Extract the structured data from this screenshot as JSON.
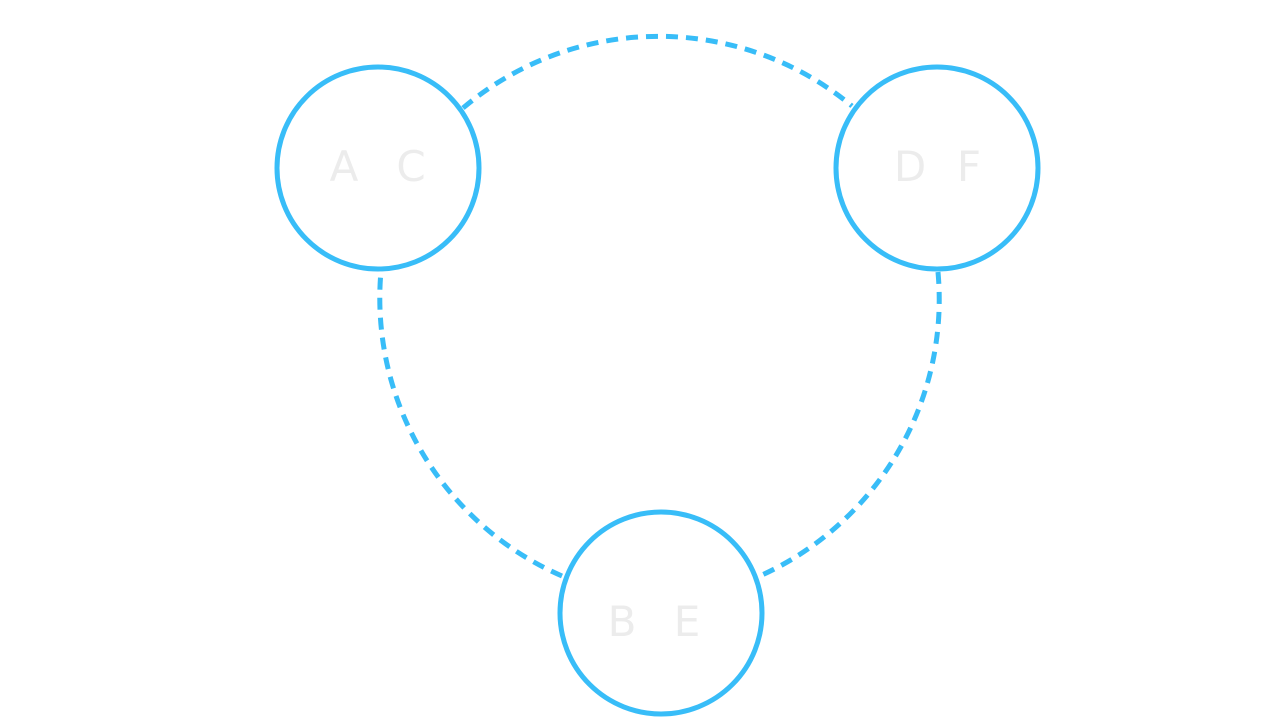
{
  "diagram": {
    "colors": {
      "accent": "#38bdf8",
      "label": "#ececec",
      "background": "#ffffff"
    },
    "nodes": [
      {
        "id": "node-ac",
        "letters": [
          "A",
          "C"
        ]
      },
      {
        "id": "node-df",
        "letters": [
          "D",
          "F"
        ]
      },
      {
        "id": "node-be",
        "letters": [
          "B",
          "E"
        ]
      }
    ],
    "links": [
      {
        "from": "node-ac",
        "to": "node-df",
        "style": "dashed"
      },
      {
        "from": "node-df",
        "to": "node-be",
        "style": "dashed"
      },
      {
        "from": "node-be",
        "to": "node-ac",
        "style": "dashed"
      }
    ]
  }
}
